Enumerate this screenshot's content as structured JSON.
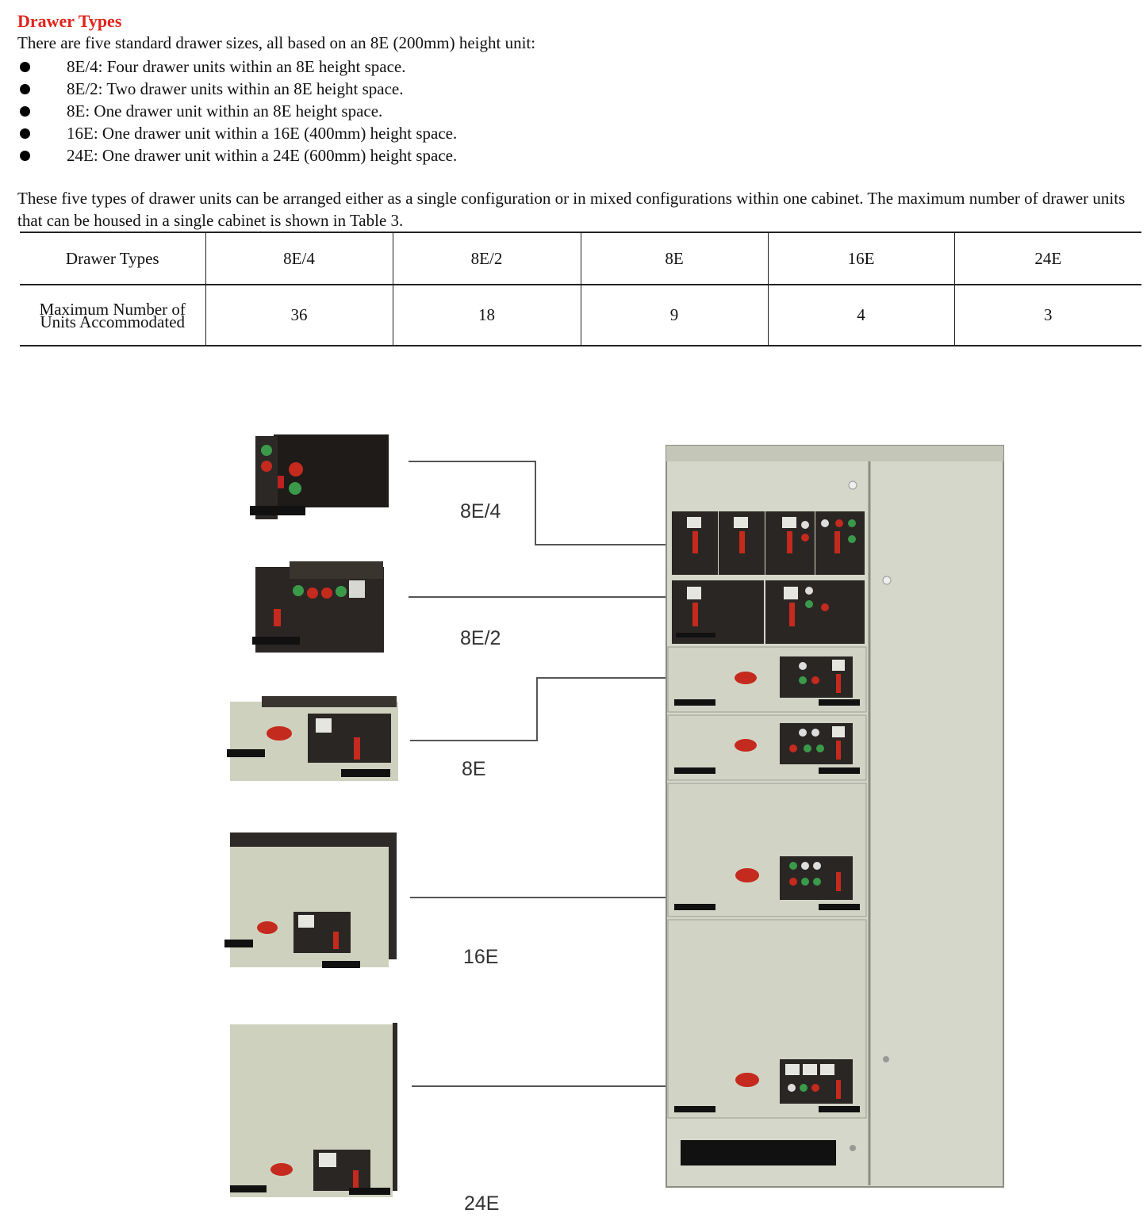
{
  "heading": "Drawer Types",
  "intro": "There are five standard drawer sizes, all based on an 8E (200mm) height unit:",
  "bullets": [
    "8E/4: Four drawer units within an 8E height space.",
    "8E/2: Two drawer units within an 8E height space.",
    "8E: One drawer unit within an 8E height space.",
    "16E: One drawer unit within a 16E (400mm) height space.",
    "24E: One drawer unit within a 24E (600mm) height space."
  ],
  "paragraph": "These five types of drawer units can be arranged either as a single configuration or in mixed configurations within one cabinet. The maximum number of drawer units that can be housed in a single cabinet is shown in Table 3.",
  "table": {
    "header": [
      "Drawer Types",
      "8E/4",
      "8E/2",
      "8E",
      "16E",
      "24E"
    ],
    "row_label_line1": "Maximum Number of",
    "row_label_line2": "Units Accommodated",
    "row_values": [
      "36",
      "18",
      "9",
      "4",
      "3"
    ]
  },
  "figure": {
    "labels": [
      "8E/4",
      "8E/2",
      "8E",
      "16E",
      "24E"
    ]
  },
  "colors": {
    "heading": "#e0241b",
    "panel": "#d3d6c8",
    "drawer_dark": "#2a2622",
    "handle_red": "#c0261c"
  }
}
